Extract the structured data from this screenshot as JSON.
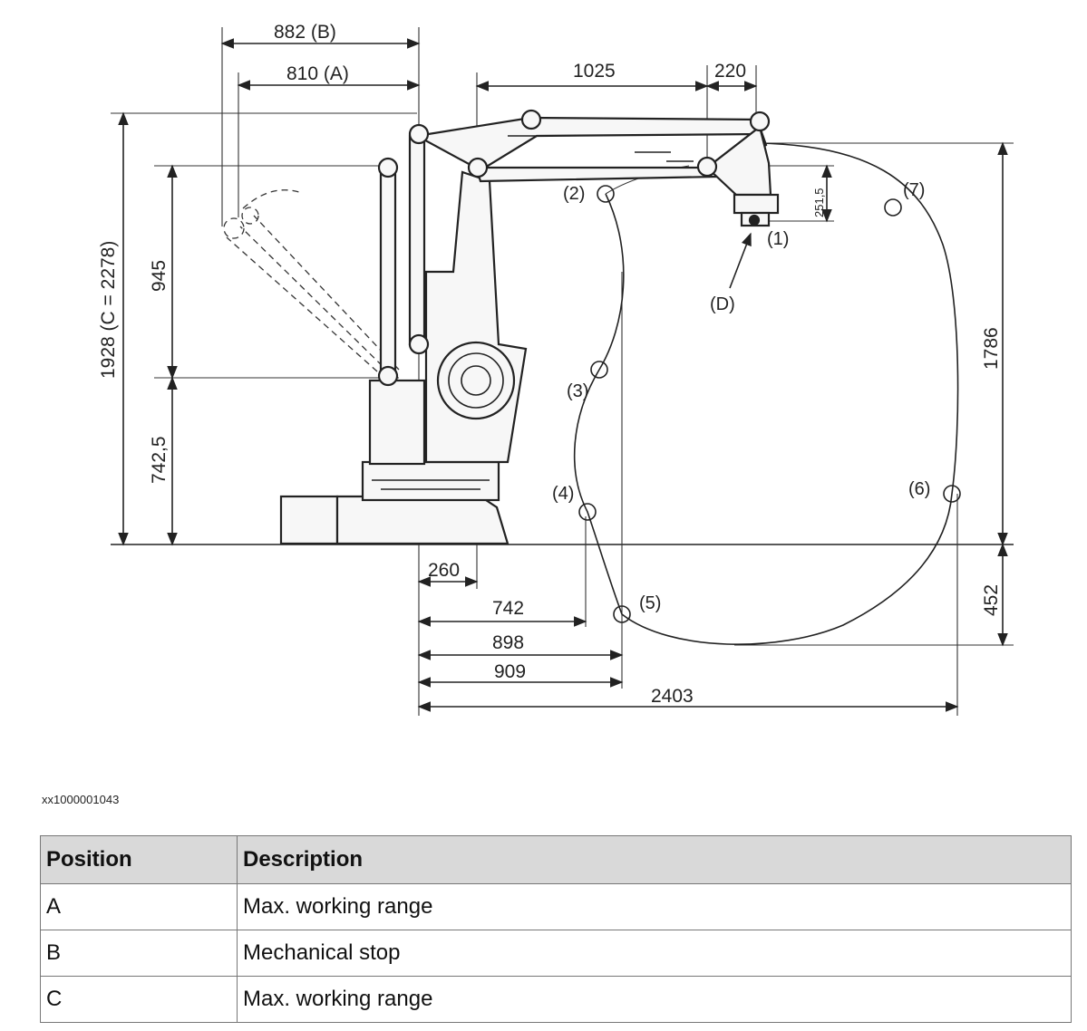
{
  "diagram": {
    "dimensions": {
      "d882": "882 (B)",
      "d810": "810 (A)",
      "d1025": "1025",
      "d220": "220",
      "d1928": "1928 (C = 2278)",
      "d945": "945",
      "d742_5": "742,5",
      "d251_5": "251,5",
      "d1786": "1786",
      "d452": "452",
      "d260": "260",
      "d742": "742",
      "d898": "898",
      "d909": "909",
      "d2403": "2403"
    },
    "positions": {
      "p1": "(1)",
      "p2": "(2)",
      "p3": "(3)",
      "p4": "(4)",
      "p5": "(5)",
      "p6": "(6)",
      "p7": "(7)",
      "pD": "(D)"
    }
  },
  "image_ref": "xx1000001043",
  "table": {
    "headers": [
      "Position",
      "Description"
    ],
    "rows": [
      [
        "A",
        "Max. working range"
      ],
      [
        "B",
        "Mechanical stop"
      ],
      [
        "C",
        "Max. working range"
      ]
    ]
  }
}
